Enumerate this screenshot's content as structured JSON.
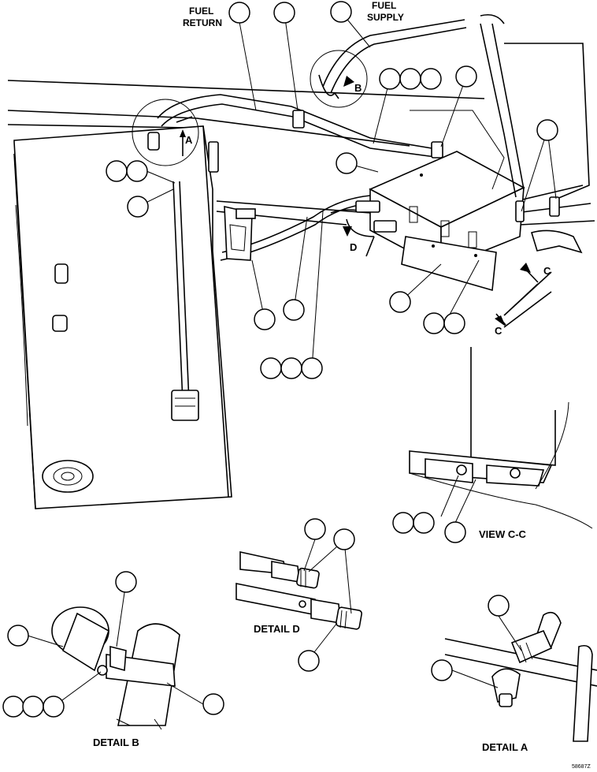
{
  "labels": {
    "fuel_return_1": "FUEL",
    "fuel_return_2": "RETURN",
    "fuel_supply_1": "FUEL",
    "fuel_supply_2": "SUPPLY",
    "view_a": "A",
    "view_b": "B",
    "view_c1": "C",
    "view_c2": "C",
    "view_d": "D",
    "view_cc": "VIEW C-C",
    "detail_a": "DETAIL A",
    "detail_b": "DETAIL B",
    "detail_d": "DETAIL D",
    "figure_number": "58687Z"
  }
}
